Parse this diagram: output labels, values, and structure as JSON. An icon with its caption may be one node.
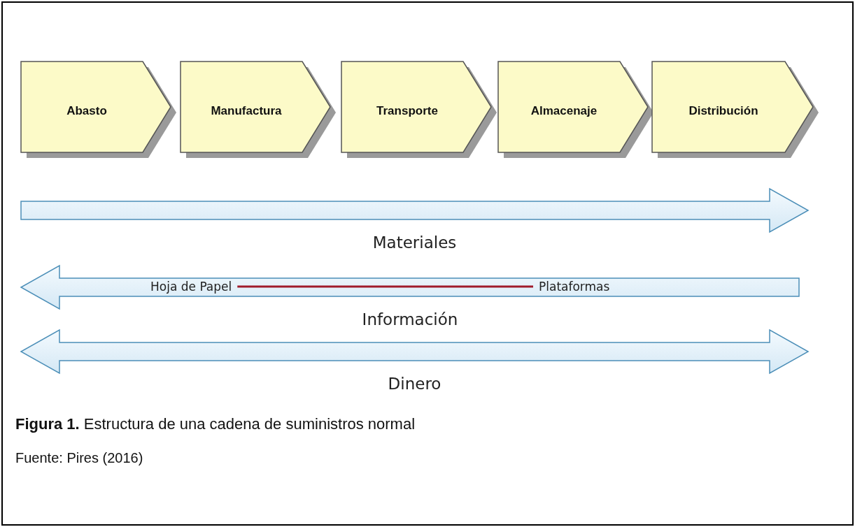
{
  "diagram": {
    "caption": "**Figura  1.** Estructura de una cadena de suministros normal",
    "nodes": [
      {
        "text": [
          "Abasto"
        ]
      },
      {
        "text": [
          "Manufactura"
        ]
      },
      {
        "text": [
          "Transporte"
        ]
      },
      {
        "text": [
          "Almacenaje"
        ]
      },
      {
        "text": [
          "Distribución"
        ]
      },
      {
        "text": [
          "Materiales"
        ]
      },
      {
        "text": [
          "Información"
        ]
      },
      {
        "text": [
          "Hoja de Papel"
        ],
        "in": 6
      },
      {
        "text": [
          "Plataformas"
        ],
        "in": 6
      },
      {
        "text": [
          "Dinero"
        ]
      }
    ],
    "edges": [
      {
        "from": 7,
        "to": 8,
        "arrow": "none",
        "color": "#a01c2c"
      }
    ],
    "labels": [
      "Fuente: Pires (2016)"
    ]
  }
}
